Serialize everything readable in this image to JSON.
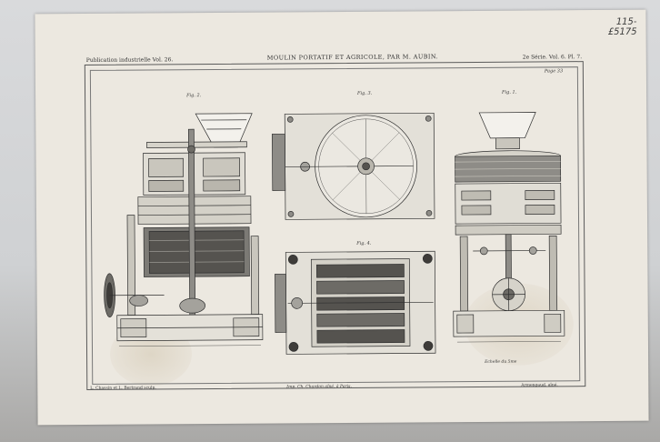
{
  "plate": {
    "header_left": "Publication industrielle  Vol. 26.",
    "title": "MOULIN PORTATIF ET AGRICOLE, PAR M. AUBIN.",
    "header_right": "2e Série. Vol. 6. Pl. 7.",
    "plate_ref": "Page 33",
    "handwritten_note": "115-\n£5175"
  },
  "figures": {
    "fig2": "Fig. 2.",
    "fig3": "Fig. 3.",
    "fig1": "Fig. 1.",
    "fig4": "Fig. 4."
  },
  "footer": {
    "left": "L. Chassin et L. Bertrand sculp.",
    "center": "Imp. Ch. Chardon aîné, à Paris.",
    "right": "Armengaud, aîné.",
    "scale": "Echelle du 5me"
  },
  "colors": {
    "paper": "#ece8e0",
    "ink": "#333333"
  }
}
